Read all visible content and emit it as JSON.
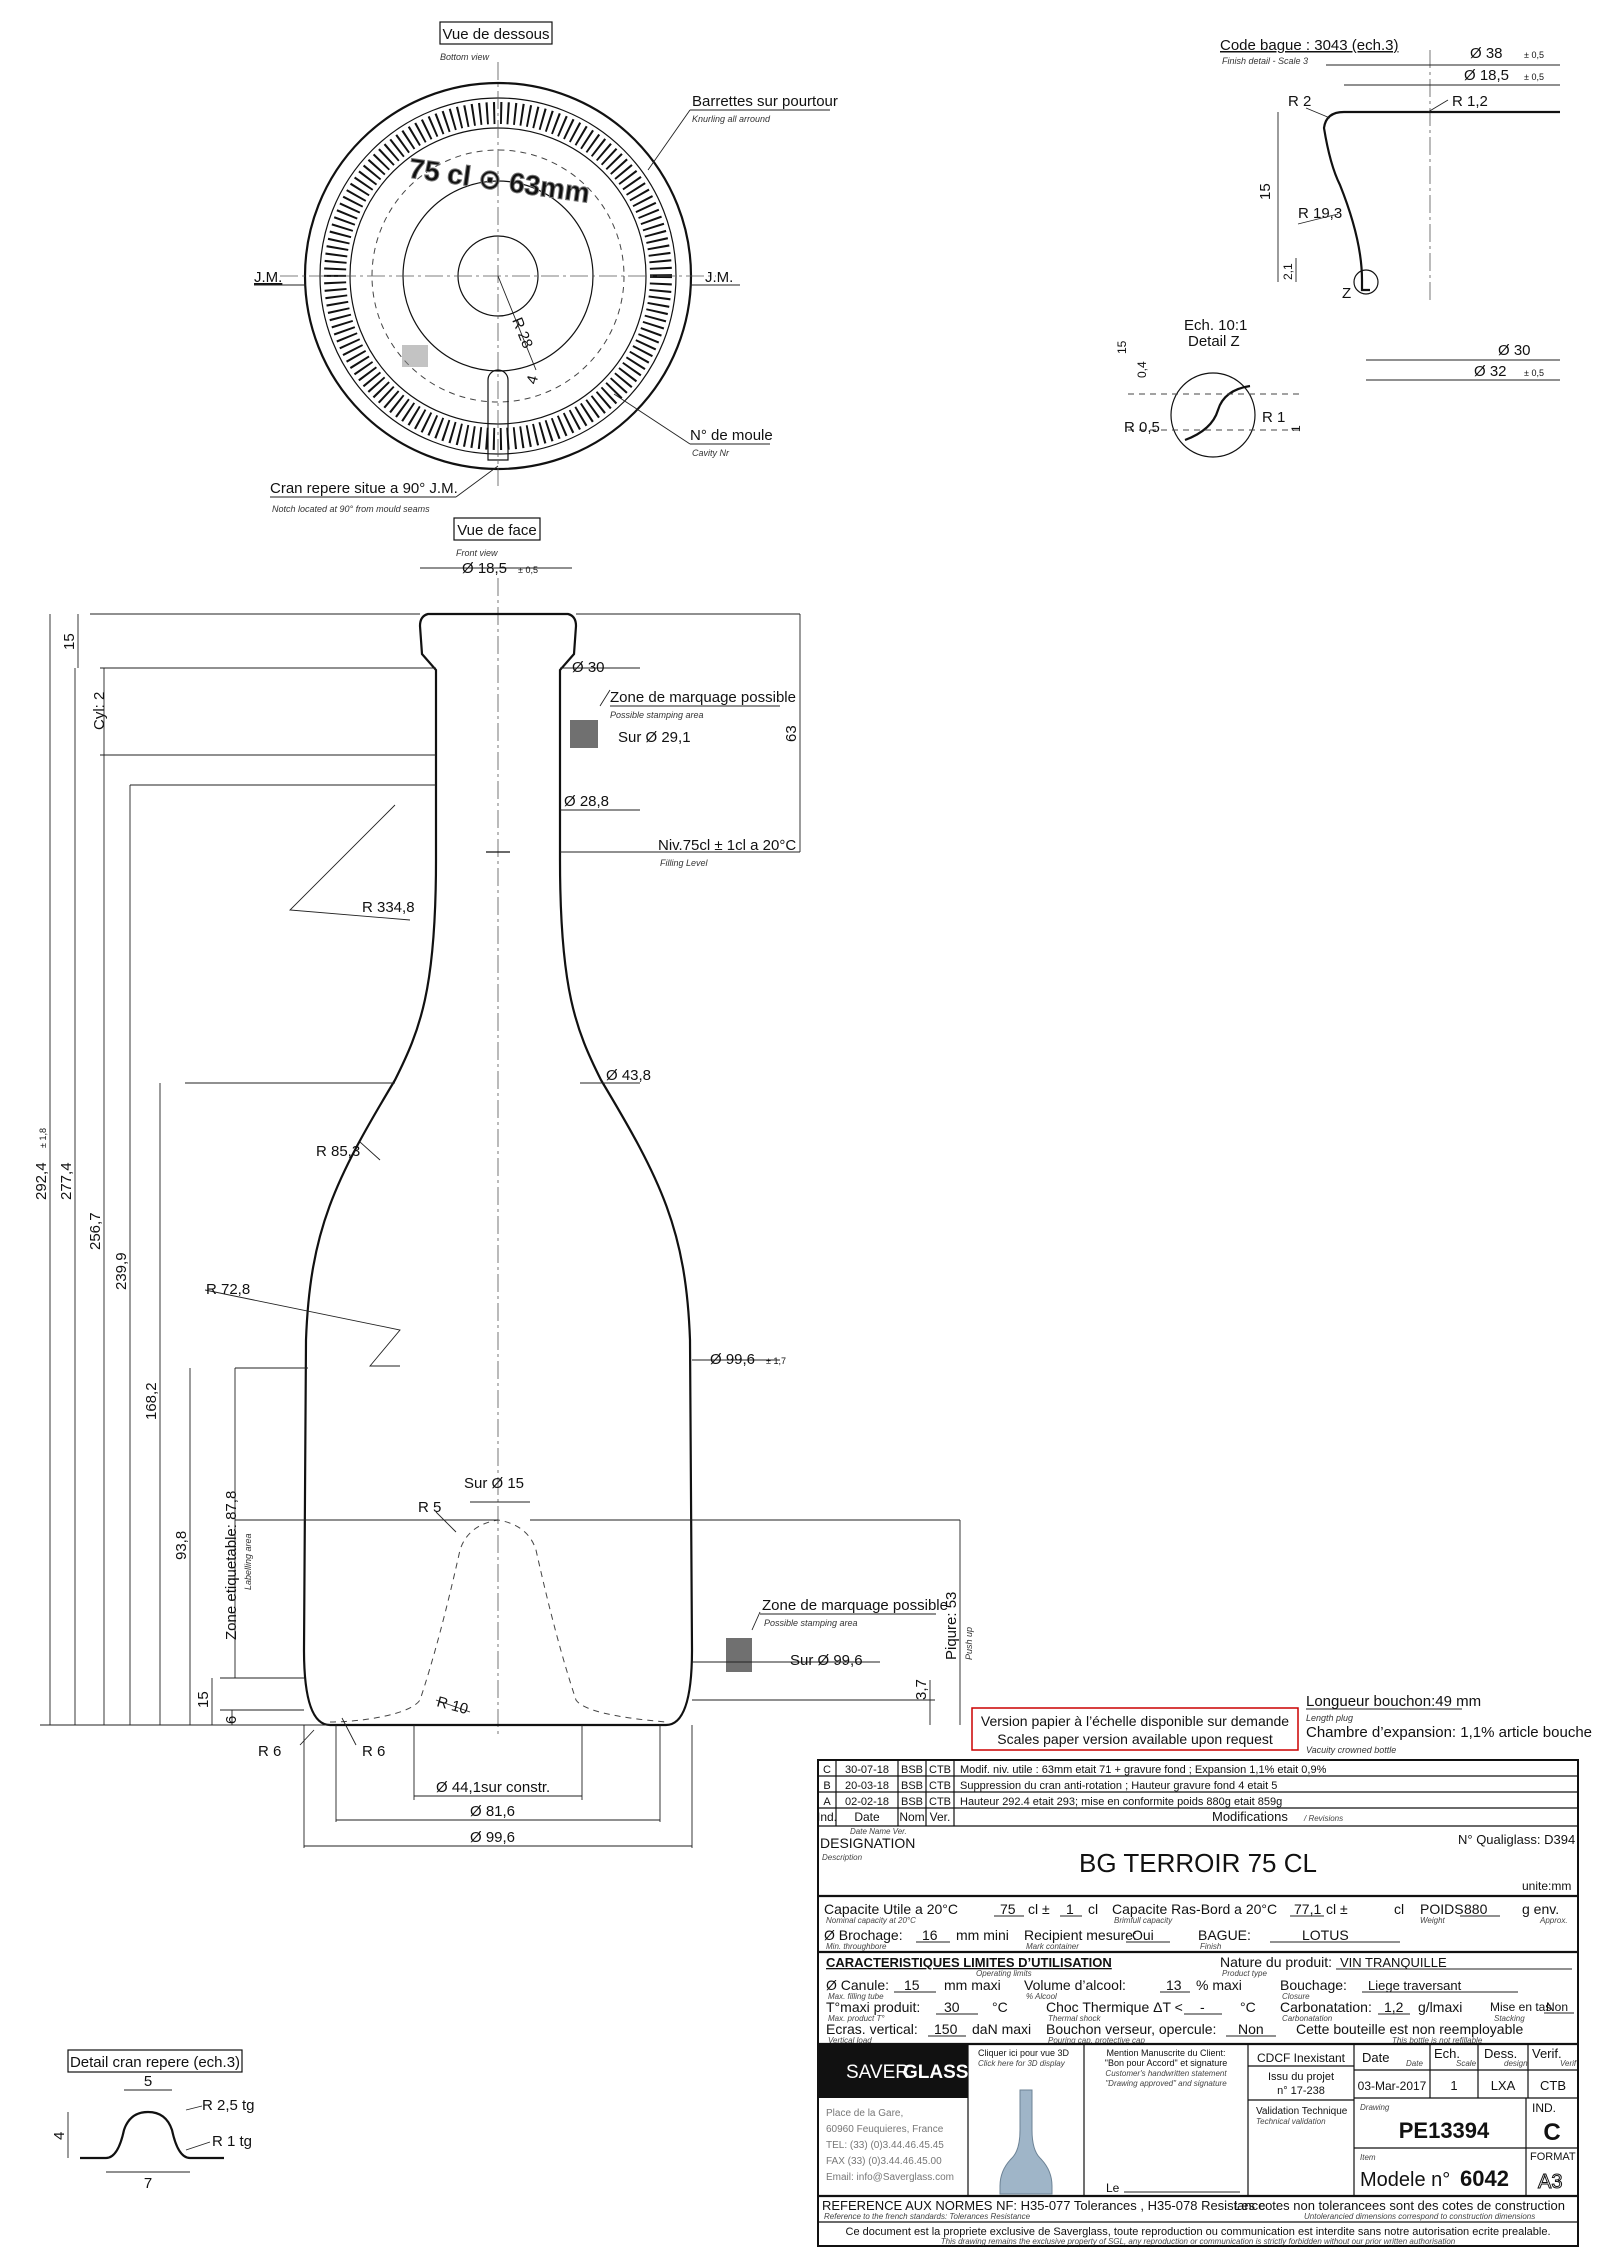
{
  "bottom_view": {
    "title": "Vue de dessous",
    "sub": "Bottom view",
    "knurl": "Barrettes sur pourtour",
    "knurl_sub": "Knurling all arround",
    "jm_left": "J.M.",
    "jm_right": "J.M.",
    "engraving": "75 cl  ⊙ 63mm",
    "r28": "R 28",
    "four": "4",
    "mould": "N° de moule",
    "mould_sub": "Cavity Nr",
    "notch": "Cran repere situe a 90° J.M.",
    "notch_sub": "Notch located at 90° from mould seams"
  },
  "finish": {
    "title": "Code bague : 3043 (ech.3)",
    "sub": "Finish detail - Scale 3",
    "d38": "Ø 38",
    "t38": "± 0,5",
    "d185": "Ø 18,5",
    "t185": "± 0,5",
    "r2": "R 2",
    "r12": "R 1,2",
    "r193": "R 19,3",
    "h15": "15",
    "h21": "2,1",
    "z": "Z",
    "d30": "Ø 30",
    "d32": "Ø 32",
    "t32": "± 0,5",
    "ech": "Ech. 10:1",
    "detz": "Detail Z",
    "z15": "15",
    "z04": "0,4",
    "r05": "R 0,5",
    "r1": "R 1",
    "one": "1"
  },
  "front": {
    "title": "Vue de face",
    "sub": "Front view",
    "d185": "Ø 18,5",
    "t185": "± 0,5",
    "d30": "Ø 30",
    "zone_top": "Zone de marquage possible",
    "zone_sub": "Possible stamping area",
    "sur291": "Sur  Ø 29,1",
    "d288": "Ø 28,8",
    "niv": "Niv.75cl  ± 1cl a 20°C",
    "niv_sub": "Filling Level",
    "r3348": "R 334,8",
    "d438": "Ø 43,8",
    "r853": "R 85,3",
    "r728": "R 72,8",
    "d996": "Ø 99,6",
    "t996": "± 1,7",
    "sur15": "Sur  Ø  15",
    "r5": "R 5",
    "zone_bot": "Zone de marquage possible",
    "zone_bot_sub": "Possible stamping area",
    "sur996": "Sur  Ø 99,6",
    "piqure": "Piqure: 53",
    "piqure_sub": "Push up",
    "r10": "R 10",
    "r6a": "R 6",
    "r6b": "R 6",
    "d441": "Ø  44,1sur constr.",
    "d816": "Ø  81,6",
    "d996b": "Ø  99,6",
    "v15": "15",
    "cyl": "Cyl: 2",
    "v63": "63",
    "v2924": "292,4",
    "t2924": "± 1,8",
    "v2774": "277,4",
    "v2567": "256,7",
    "v2399": "239,9",
    "v1682": "168,2",
    "v938": "93,8",
    "zone_etiq": "Zone etiquetable: 87,8",
    "zone_etiq_sub": "Labelling area",
    "v15b": "15",
    "v6": "6",
    "v37": "3,7"
  },
  "paper_note": {
    "fr": "Version papier à l’échelle disponible sur demande",
    "en": "Scales paper version available upon request"
  },
  "plug": {
    "l1": "Longueur bouchon:49 mm",
    "l1s": "Length plug",
    "l2": "Chambre d’expansion: 1,1% article bouche",
    "l2s": "Vacuity crowned bottle"
  },
  "notch_detail": {
    "title": "Detail cran repere (ech.3)",
    "w5": "5",
    "w7": "7",
    "h4": "4",
    "r25": "R 2,5 tg",
    "r1": "R 1 tg"
  },
  "revisions": [
    {
      "ind": "C",
      "date": "30-07-18",
      "nom": "BSB",
      "ver": "CTB",
      "mod": "Modif. niv. utile : 63mm etait 71 + gravure fond ; Expansion 1,1% etait 0,9%"
    },
    {
      "ind": "B",
      "date": "20-03-18",
      "nom": "BSB",
      "ver": "CTB",
      "mod": "Suppression du cran anti-rotation ; Hauteur gravure fond 4 etait 5"
    },
    {
      "ind": "A",
      "date": "02-02-18",
      "nom": "BSB",
      "ver": "CTB",
      "mod": "Hauteur 292.4 etait 293; mise en conformite poids 880g etait 859g"
    }
  ],
  "rev_head": {
    "ind": "Ind.",
    "date": "Date",
    "nom": "Nom",
    "ver": "Ver.",
    "mod": "Modifications",
    "mod_sub": "/ Revisions",
    "sub": "Date    Name   Ver."
  },
  "title_block": {
    "designation": "DESIGNATION",
    "designation_sub": "Description",
    "qualiglass": "N° Qualiglass: D394",
    "title": "BG TERROIR 75 CL",
    "units": "unite:mm",
    "cap_utile": "Capacite Utile a 20°C",
    "cap_utile_sub": "Nominal capacity at 20°C",
    "cap_val": "75",
    "cap_cl": "cl ±",
    "cap_tol": "1",
    "cap_cl2": "cl",
    "cap_ras": "Capacite Ras-Bord a 20°C",
    "cap_ras_sub": "Brimfull capacity",
    "ras_val": "77,1",
    "ras_cl": "cl ±",
    "ras_cl2": "cl",
    "poids": "POIDS",
    "poids_sub": "Weight",
    "poids_val": "880",
    "poids_unit": "g env.",
    "poids_unit_sub": "Approx.",
    "broch": "Ø Brochage:",
    "broch_sub": "Min. throughbore",
    "broch_val": "16",
    "broch_unit": "mm mini",
    "recip": "Recipient mesure:",
    "recip_sub": "Mark container",
    "recip_val": "Oui",
    "bague": "BAGUE:",
    "bague_sub": "Finish",
    "bague_val": "LOTUS",
    "caract": "CARACTERISTIQUES LIMITES D’UTILISATION",
    "caract_sub": "Operating limits",
    "nature": "Nature du produit:",
    "nature_sub": "Product type",
    "nature_val": "VIN TRANQUILLE",
    "canule": "Ø Canule:",
    "canule_sub": "Max. filling tube",
    "canule_val": "15",
    "canule_unit": "mm maxi",
    "alcool": "Volume d’alcool:",
    "alcool_sub": "% Alcool",
    "alcool_val": "13",
    "alcool_unit": "% maxi",
    "bouch": "Bouchage:",
    "bouch_sub": "Closure",
    "bouch_val": "Liege traversant",
    "tmax": "T°maxi produit:",
    "tmax_sub": "Max. product T°",
    "tmax_val": "30",
    "tmax_unit": "°C",
    "choc": "Choc Thermique  ΔT <",
    "choc_sub": "Thermal shock",
    "choc_val": "-",
    "choc_unit": "°C",
    "carbo": "Carbonatation:",
    "carbo_sub": "Carbonatation",
    "carbo_val": "1,2",
    "carbo_unit": "g/lmaxi",
    "stack": "Mise en tas:",
    "stack_sub": "Stacking",
    "stack_val": "Non",
    "ecras": "Ecras. vertical:",
    "ecras_sub": "Vertical load",
    "ecras_val": "150",
    "ecras_unit": "daN maxi",
    "bouchv": "Bouchon verseur, opercule:",
    "bouchv_sub": "Pouring cap, protective cap",
    "bouchv_val": "Non",
    "reuse": "Cette bouteille est non reemployable",
    "reuse_sub": "This bottle is not refillable",
    "logo_a": "SAVER",
    "logo_b": "GLASS",
    "addr1": "Place de la Gare,",
    "addr2": "60960 Feuquieres, France",
    "addr3": "TEL: (33) (0)3.44.46.45.45",
    "addr4": "FAX (33) (0)3.44.46.45.00",
    "addr5": "Email: info@Saverglass.com",
    "click": "Cliquer ici pour vue 3D",
    "click_sub": "Click here for 3D display",
    "mention": "Mention Manuscrite du Client:",
    "mention2": "\"Bon pour Accord\" et signature",
    "mention_sub": "Customer's handwritten statement",
    "mention_sub2": "\"Drawing approved\" and signature",
    "le": "Le",
    "cdcf": "CDCF Inexistant",
    "issu": "Issu du projet",
    "projet": "n° 17-238",
    "valid": "Validation Technique",
    "valid_sub": "Technical validation",
    "h_date": "Date",
    "h_date_sub": "Date",
    "h_ech": "Ech.",
    "h_ech_sub": "Scale",
    "h_dess": "Dess.",
    "h_dess_sub": "design",
    "h_verif": "Verif.",
    "h_verif_sub": "Verif",
    "v_date": "03-Mar-2017",
    "v_ech": "1",
    "v_dess": "LXA",
    "v_verif": "CTB",
    "drawing_lbl": "Drawing",
    "drawing": "PE13394",
    "ind_lbl": "IND.",
    "ind": "C",
    "item_lbl": "Item",
    "modele": "Modele n°",
    "modele_num": "6042",
    "format_lbl": "FORMAT",
    "format": "A3",
    "ref": "REFERENCE AUX NORMES NF: H35-077 Tolerances , H35-078 Resistance",
    "ref_sub": "Reference to the french standards:                        Tolerances                    Resistance",
    "ref2": "Les cotes non tolerancees sont des cotes de construction",
    "ref2_sub": "Untolerancied dimensions correspond to construction dimensions",
    "prop": "Ce document est la propriete exclusive de Saverglass, toute reproduction ou communication est interdite sans notre autorisation ecrite prealable.",
    "prop_sub": "This drawing remains the exclusive property of SGL, any reproduction or communication is strictly forbidden without our prior written authorisation"
  }
}
